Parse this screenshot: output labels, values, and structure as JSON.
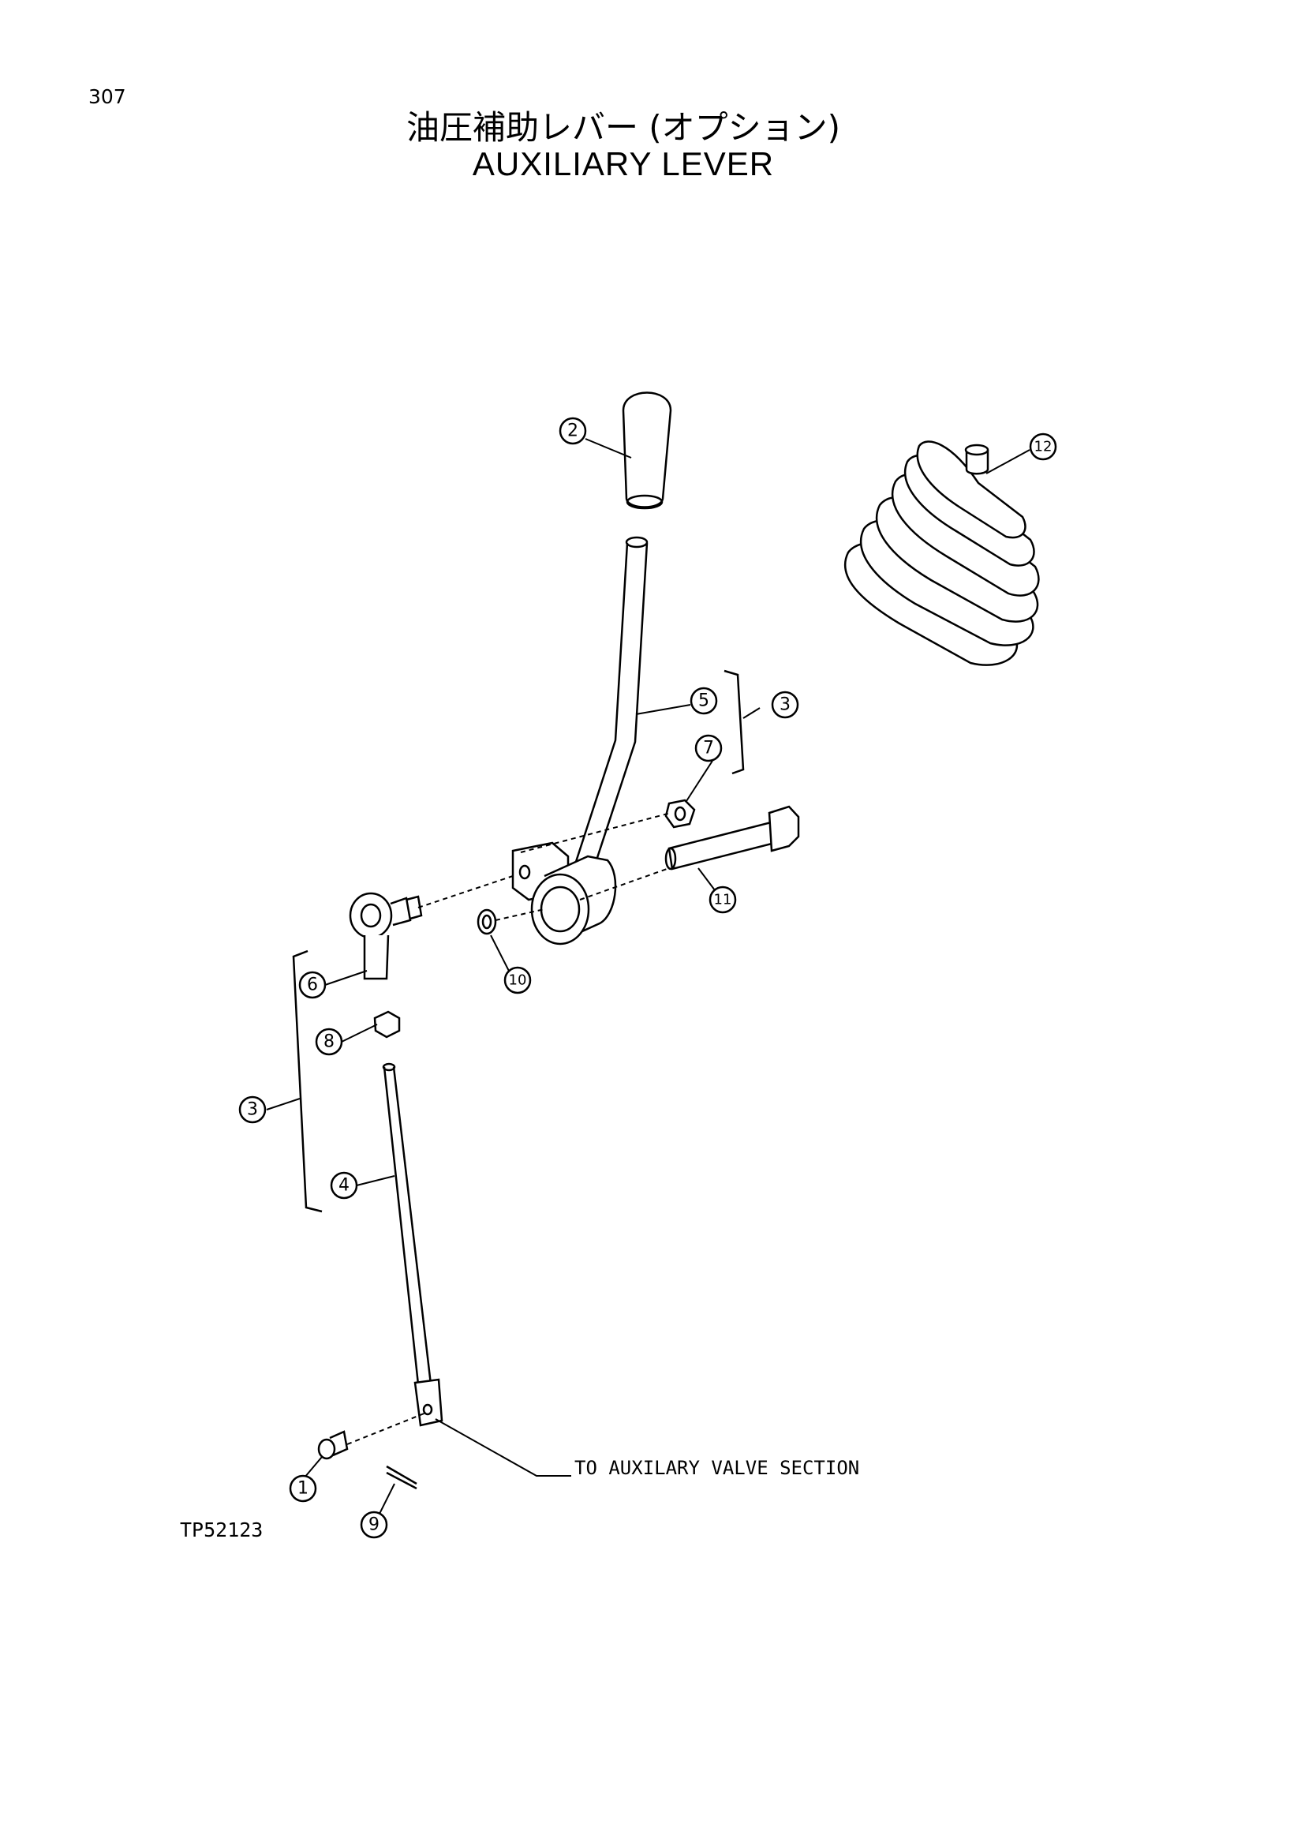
{
  "page_number": "307",
  "title_jp": "油圧補助レバー (オプション)",
  "title_en": "AUXILIARY LEVER",
  "drawing_code": "TP52123",
  "note": "TO AUXILARY VALVE SECTION",
  "callouts": [
    "1",
    "2",
    "3",
    "3",
    "4",
    "5",
    "6",
    "7",
    "8",
    "9",
    "10",
    "11",
    "12"
  ]
}
